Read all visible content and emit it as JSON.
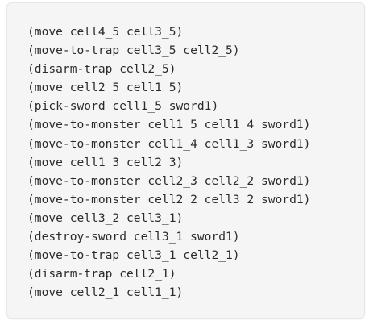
{
  "code_block": {
    "lines": [
      "(move cell4_5 cell3_5)",
      "(move-to-trap cell3_5 cell2_5)",
      "(disarm-trap cell2_5)",
      "(move cell2_5 cell1_5)",
      "(pick-sword cell1_5 sword1)",
      "(move-to-monster cell1_5 cell1_4 sword1)",
      "(move-to-monster cell1_4 cell1_3 sword1)",
      "(move cell1_3 cell2_3)",
      "(move-to-monster cell2_3 cell2_2 sword1)",
      "(move-to-monster cell2_2 cell3_2 sword1)",
      "(move cell3_2 cell3_1)",
      "(destroy-sword cell3_1 sword1)",
      "(move-to-trap cell3_1 cell2_1)",
      "(disarm-trap cell2_1)",
      "(move cell2_1 cell1_1)"
    ]
  },
  "colors": {
    "panel_background": "#f5f5f5",
    "panel_border": "#e7e7e7",
    "text": "#2b2b2b"
  }
}
